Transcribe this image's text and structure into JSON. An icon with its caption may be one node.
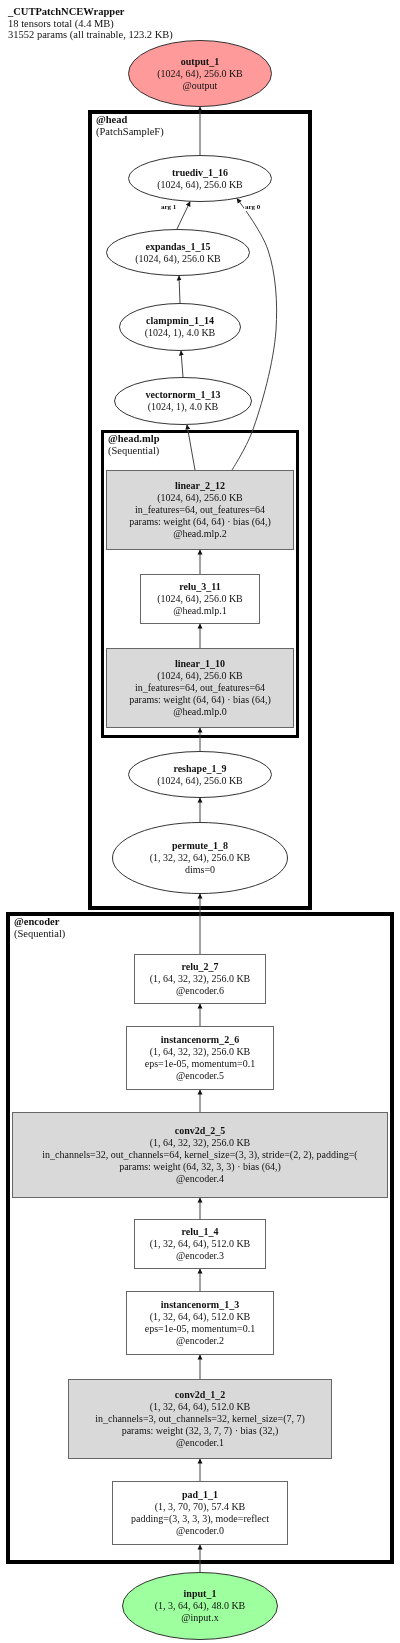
{
  "diagram": {
    "title": "_CUTPatchNCEWrapper",
    "labels": [
      "18 tensors total (4.4 MB)",
      "31552 params (all trainable, 123.2 KB)"
    ],
    "nodes": [
      {
        "text": [
          "output_1",
          "(1024, 64), 256.0 KB",
          "@output"
        ]
      },
      {
        "text": [
          "@head",
          "(PatchSampleF)"
        ]
      },
      {
        "text": [
          "truediv_1_16",
          "(1024, 64), 256.0 KB"
        ],
        "in": 1
      },
      {
        "text": [
          "expandas_1_15",
          "(1024, 64), 256.0 KB"
        ],
        "in": 1
      },
      {
        "text": [
          "clampmin_1_14",
          "(1024, 1), 4.0 KB"
        ],
        "in": 1
      },
      {
        "text": [
          "vectornorm_1_13",
          "(1024, 1), 4.0 KB"
        ],
        "in": 1
      },
      {
        "text": [
          "@head.mlp",
          "(Sequential)"
        ],
        "in": 1
      },
      {
        "text": [
          "linear_2_12",
          "(1024, 64), 256.0 KB",
          "in_features=64, out_features=64",
          "params: weight (64, 64) · bias (64,)",
          "@head.mlp.2"
        ],
        "in": 6
      },
      {
        "text": [
          "relu_3_11",
          "(1024, 64), 256.0 KB",
          "@head.mlp.1"
        ],
        "in": 6
      },
      {
        "text": [
          "linear_1_10",
          "(1024, 64), 256.0 KB",
          "in_features=64, out_features=64",
          "params: weight (64, 64) · bias (64,)",
          "@head.mlp.0"
        ],
        "in": 6
      },
      {
        "text": [
          "reshape_1_9",
          "(1024, 64), 256.0 KB"
        ],
        "in": 1
      },
      {
        "text": [
          "permute_1_8",
          "(1, 32, 32, 64), 256.0 KB",
          "dims=0"
        ],
        "in": 1
      },
      {
        "text": [
          "@encoder",
          "(Sequential)"
        ]
      },
      {
        "text": [
          "relu_2_7",
          "(1, 64, 32, 32), 256.0 KB",
          "@encoder.6"
        ],
        "in": 12
      },
      {
        "text": [
          "instancenorm_2_6",
          "(1, 64, 32, 32), 256.0 KB",
          "eps=1e-05, momentum=0.1",
          "@encoder.5"
        ],
        "in": 12
      },
      {
        "text": [
          "conv2d_2_5",
          "(1, 64, 32, 32), 256.0 KB",
          "in_channels=32, out_channels=64, kernel_size=(3, 3), stride=(2, 2), padding=(",
          "params: weight (64, 32, 3, 3) · bias (64,)",
          "@encoder.4"
        ],
        "in": 12
      },
      {
        "text": [
          "relu_1_4",
          "(1, 32, 64, 64), 512.0 KB",
          "@encoder.3"
        ],
        "in": 12
      },
      {
        "text": [
          "instancenorm_1_3",
          "(1, 32, 64, 64), 512.0 KB",
          "eps=1e-05, momentum=0.1",
          "@encoder.2"
        ],
        "in": 12
      },
      {
        "text": [
          "conv2d_1_2",
          "(1, 32, 64, 64), 512.0 KB",
          "in_channels=3, out_channels=32, kernel_size=(7, 7)",
          "params: weight (32, 3, 7, 7) · bias (32,)",
          "@encoder.1"
        ],
        "in": 12
      },
      {
        "text": [
          "pad_1_1",
          "(1, 3, 70, 70), 57.4 KB",
          "padding=(3, 3, 3, 3), mode=reflect",
          "@encoder.0"
        ],
        "in": 12
      },
      {
        "text": [
          "input_1",
          "(1, 3, 64, 64), 48.0 KB",
          "@input.x"
        ]
      }
    ],
    "edges": [
      {
        "from": 2,
        "to": 0,
        "arrow": "to"
      },
      {
        "from": 3,
        "to": 2,
        "arrow": "to",
        "label": "arg 1"
      },
      {
        "from": 7,
        "to": 2,
        "arrow": "to",
        "label": "arg 0"
      },
      {
        "from": 4,
        "to": 3,
        "arrow": "to"
      },
      {
        "from": 5,
        "to": 4,
        "arrow": "to"
      },
      {
        "from": 7,
        "to": 5,
        "arrow": "to"
      },
      {
        "from": 8,
        "to": 7,
        "arrow": "to"
      },
      {
        "from": 9,
        "to": 8,
        "arrow": "to"
      },
      {
        "from": 10,
        "to": 9,
        "arrow": "to"
      },
      {
        "from": 11,
        "to": 10,
        "arrow": "to"
      },
      {
        "from": 13,
        "to": 11,
        "arrow": "to"
      },
      {
        "from": 14,
        "to": 13,
        "arrow": "to"
      },
      {
        "from": 15,
        "to": 14,
        "arrow": "to"
      },
      {
        "from": 16,
        "to": 15,
        "arrow": "to"
      },
      {
        "from": 17,
        "to": 16,
        "arrow": "to"
      },
      {
        "from": 18,
        "to": 17,
        "arrow": "to"
      },
      {
        "from": 19,
        "to": 18,
        "arrow": "to"
      },
      {
        "from": 20,
        "to": 19,
        "arrow": "to"
      }
    ]
  }
}
